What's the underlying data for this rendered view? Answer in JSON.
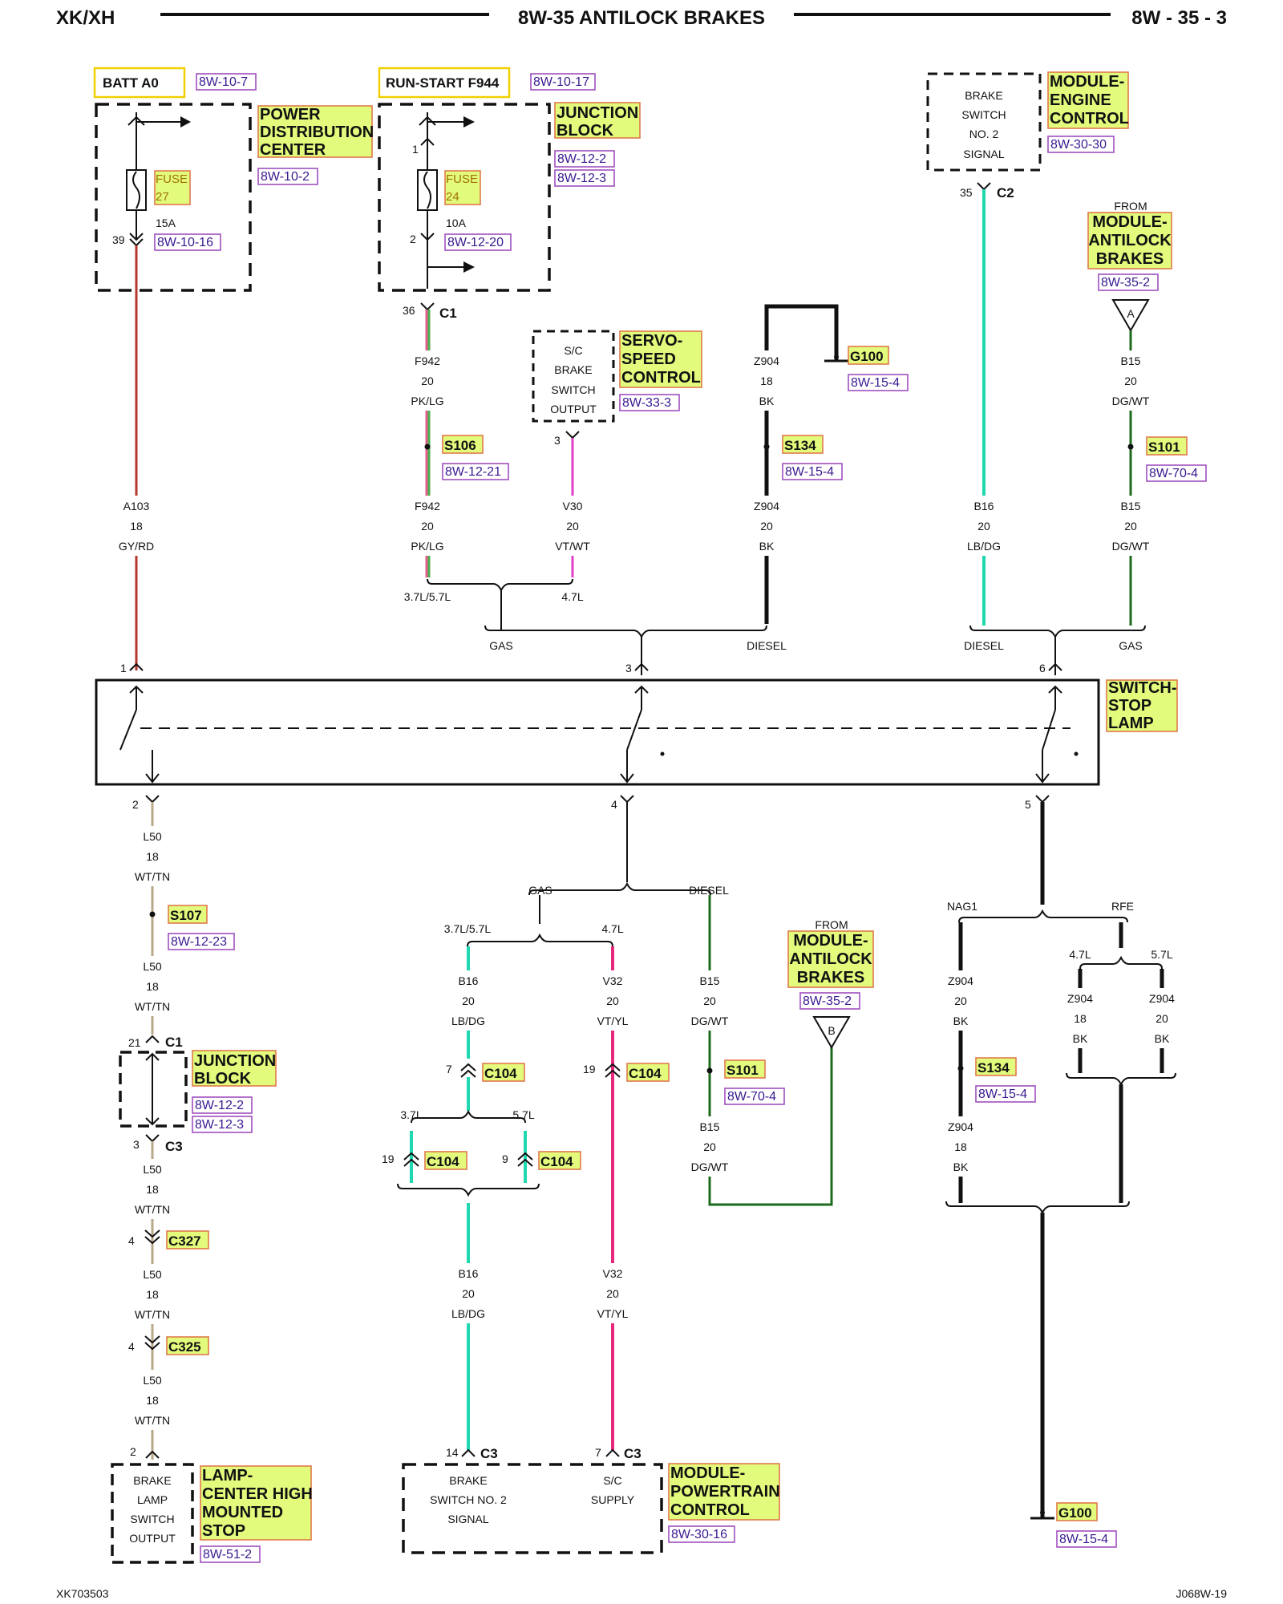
{
  "header": {
    "left": "XK/XH",
    "center": "8W-35 ANTILOCK BRAKES",
    "right": "8W - 35 - 3"
  },
  "footer": {
    "left": "XK703503",
    "right": "J068W-19"
  },
  "colors": {
    "red": "#b5372e",
    "pk_lg": "#e0608a",
    "lg": "#4caf50",
    "magenta": "#e040c8",
    "cyan": "#20d8b0",
    "dark_green": "#1c6b1c",
    "black": "#111111",
    "tan": "#b9a98a",
    "pink": "#e8287c",
    "tag_fill": "#e2fb7c",
    "tag_border": "#e07a4a",
    "ref_border": "#a050c0"
  },
  "batt": {
    "label": "BATT A0",
    "ref": "8W-10-7"
  },
  "pdc": {
    "name_l1": "POWER",
    "name_l2": "DISTRIBUTION",
    "name_l3": "CENTER",
    "ref": "8W-10-2",
    "fuse_label": "FUSE",
    "fuse_num": "27",
    "amps": "15A",
    "pin": "39",
    "pin_ref": "8W-10-16"
  },
  "runstart": {
    "label": "RUN-START F944",
    "ref": "8W-10-17"
  },
  "jb_top": {
    "name_l1": "JUNCTION",
    "name_l2": "BLOCK",
    "ref1": "8W-12-2",
    "ref2": "8W-12-3",
    "fuse_label": "FUSE",
    "fuse_num": "24",
    "amps": "10A",
    "pin1": "1",
    "pin2": "2",
    "pin2_ref": "8W-12-20",
    "conn_pin": "36",
    "conn": "C1"
  },
  "ecm": {
    "box_l1": "BRAKE",
    "box_l2": "SWITCH",
    "box_l3": "NO. 2",
    "box_l4": "SIGNAL",
    "name_l1": "MODULE-",
    "name_l2": "ENGINE",
    "name_l3": "CONTROL",
    "ref": "8W-30-30",
    "pin": "35",
    "conn": "C2"
  },
  "abs_a": {
    "from": "FROM",
    "name_l1": "MODULE-",
    "name_l2": "ANTILOCK",
    "name_l3": "BRAKES",
    "ref": "8W-35-2",
    "letter": "A"
  },
  "servo": {
    "box_l1": "S/C",
    "box_l2": "BRAKE",
    "box_l3": "SWITCH",
    "box_l4": "OUTPUT",
    "name_l1": "SERVO-",
    "name_l2": "SPEED",
    "name_l3": "CONTROL",
    "ref": "8W-33-3",
    "pin": "3"
  },
  "g100_top": {
    "label": "G100",
    "ref": "8W-15-4"
  },
  "wires_top": {
    "f942_a": [
      "F942",
      "20",
      "PK/LG"
    ],
    "f942_b": [
      "F942",
      "20",
      "PK/LG"
    ],
    "a103": [
      "A103",
      "18",
      "GY/RD"
    ],
    "v30": [
      "V30",
      "20",
      "VT/WT"
    ],
    "z904_a": [
      "Z904",
      "18",
      "BK"
    ],
    "z904_b": [
      "Z904",
      "20",
      "BK"
    ],
    "b15_a": [
      "B15",
      "20",
      "DG/WT"
    ],
    "b15_b": [
      "B15",
      "20",
      "DG/WT"
    ],
    "b16": [
      "B16",
      "20",
      "LB/DG"
    ]
  },
  "splices_top": {
    "s106": "S106",
    "s106_ref": "8W-12-21",
    "s134": "S134",
    "s134_ref": "8W-15-4",
    "s101": "S101",
    "s101_ref": "8W-70-4"
  },
  "branch_top": {
    "eng1": "3.7L/5.7L",
    "eng2": "4.7L",
    "gas": "GAS",
    "diesel": "DIESEL",
    "diesel2": "DIESEL",
    "gas2": "GAS"
  },
  "switch": {
    "name_l1": "SWITCH-",
    "name_l2": "STOP",
    "name_l3": "LAMP",
    "pin1": "1",
    "pin3": "3",
    "pin6": "6",
    "pin2": "2",
    "pin4": "4",
    "pin5": "5"
  },
  "left_col": {
    "l50_a": [
      "L50",
      "18",
      "WT/TN"
    ],
    "s107": "S107",
    "s107_ref": "8W-12-23",
    "l50_b": [
      "L50",
      "18",
      "WT/TN"
    ],
    "jb_pin": "21",
    "jb_conn": "C1",
    "jb_name_l1": "JUNCTION",
    "jb_name_l2": "BLOCK",
    "jb_ref1": "8W-12-2",
    "jb_ref2": "8W-12-3",
    "jb_out_pin": "3",
    "jb_out_conn": "C3",
    "l50_c": [
      "L50",
      "18",
      "WT/TN"
    ],
    "c327_pin": "4",
    "c327": "C327",
    "l50_d": [
      "L50",
      "18",
      "WT/TN"
    ],
    "c325_pin": "4",
    "c325": "C325",
    "l50_e": [
      "L50",
      "18",
      "WT/TN"
    ],
    "chmsl_pin": "2",
    "chmsl_box": [
      "BRAKE",
      "LAMP",
      "SWITCH",
      "OUTPUT"
    ],
    "chmsl_name": [
      "LAMP-",
      "CENTER HIGH",
      "MOUNTED",
      "STOP"
    ],
    "chmsl_ref": "8W-51-2"
  },
  "mid": {
    "gas": "GAS",
    "diesel": "DIESEL",
    "eng1": "3.7L/5.7L",
    "eng2": "4.7L",
    "b16_a": [
      "B16",
      "20",
      "LB/DG"
    ],
    "v32_a": [
      "V32",
      "20",
      "VT/YL"
    ],
    "b15_a": [
      "B15",
      "20",
      "DG/WT"
    ],
    "c104_7_pin": "7",
    "c104_19_pin": "19",
    "c104": "C104",
    "s101": "S101",
    "s101_ref": "8W-70-4",
    "b15_b": [
      "B15",
      "20",
      "DG/WT"
    ],
    "abs_b_from": "FROM",
    "abs_b_name": [
      "MODULE-",
      "ANTILOCK",
      "BRAKES"
    ],
    "abs_b_ref": "8W-35-2",
    "abs_b_letter": "B",
    "l37": "3.7L",
    "l57": "5.7L",
    "c104_19b_pin": "19",
    "c104_9_pin": "9",
    "b16_b": [
      "B16",
      "20",
      "LB/DG"
    ],
    "v32_b": [
      "V32",
      "20",
      "VT/YL"
    ],
    "pcm_pin14": "14",
    "pcm_pin7": "7",
    "pcm_conn": "C3",
    "pcm_box_l1": [
      "BRAKE",
      "SWITCH NO. 2",
      "SIGNAL"
    ],
    "pcm_box_r": [
      "S/C",
      "SUPPLY"
    ],
    "pcm_name": [
      "MODULE-",
      "POWERTRAIN",
      "CONTROL"
    ],
    "pcm_ref": "8W-30-16"
  },
  "right_col": {
    "nag1": "NAG1",
    "rfe": "RFE",
    "l47": "4.7L",
    "l57": "5.7L",
    "z904_a": [
      "Z904",
      "20",
      "BK"
    ],
    "z904_r1": [
      "Z904",
      "18",
      "BK"
    ],
    "z904_r2": [
      "Z904",
      "20",
      "BK"
    ],
    "s134": "S134",
    "s134_ref": "8W-15-4",
    "z904_b": [
      "Z904",
      "18",
      "BK"
    ],
    "g100": "G100",
    "g100_ref": "8W-15-4"
  }
}
